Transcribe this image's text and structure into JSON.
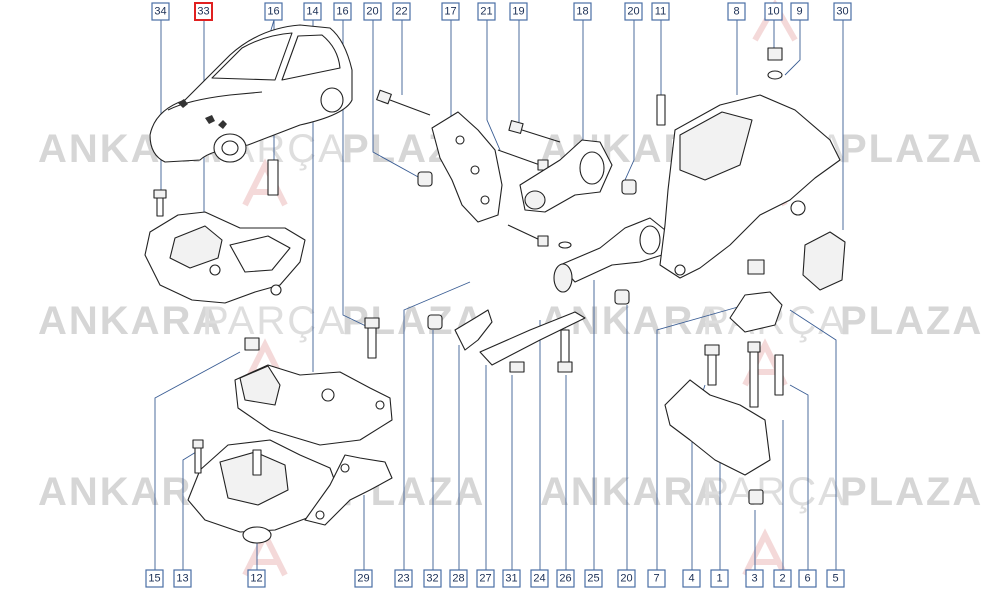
{
  "watermark": {
    "word1": "ANKARA",
    "word2": "PARÇA",
    "word3": "PLAZA"
  },
  "colors": {
    "label_border": "#4a6fa5",
    "highlight_border": "#e02020",
    "watermark": "#d6d6d6"
  },
  "top_labels": [
    "34",
    "33",
    "16",
    "14",
    "16",
    "20",
    "22",
    "17",
    "21",
    "19",
    "18",
    "20",
    "11",
    "8",
    "10",
    "9",
    "30"
  ],
  "bottom_labels": [
    "15",
    "13",
    "12",
    "29",
    "23",
    "32",
    "28",
    "27",
    "31",
    "24",
    "26",
    "25",
    "20",
    "7",
    "4",
    "1",
    "3",
    "2",
    "6",
    "5"
  ],
  "highlighted_label": "33"
}
